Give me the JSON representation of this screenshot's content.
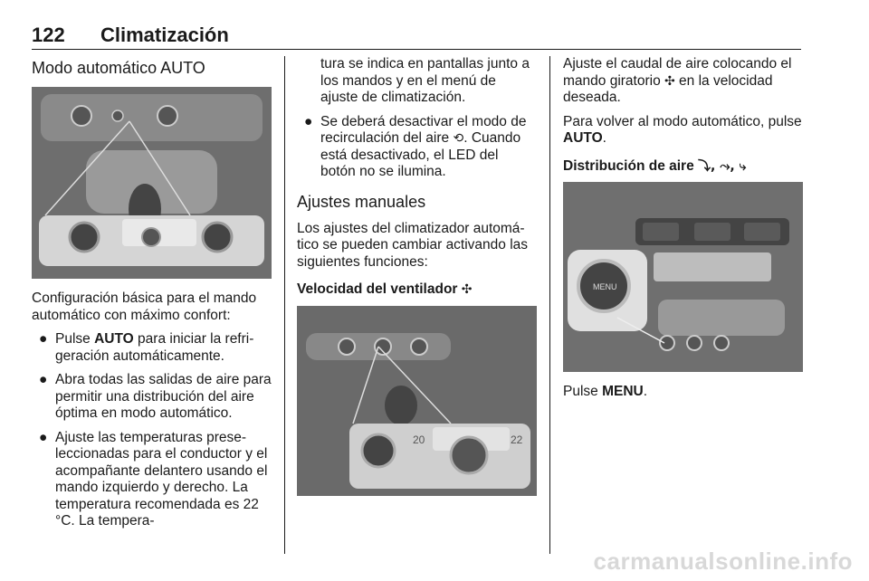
{
  "header": {
    "page_number": "122",
    "chapter": "Climatización"
  },
  "col1": {
    "section_title": "Modo automático AUTO",
    "image_alt": "climate control panel",
    "intro": "Configuración básica para el mando automático con máximo confort:",
    "bullets": [
      {
        "pre": "Pulse ",
        "bold": "AUTO",
        "post": " para iniciar la refri­geración automáticamente."
      },
      {
        "pre": "Abra todas las salidas de aire para permitir una distribución del aire óptima en modo automático.",
        "bold": "",
        "post": ""
      },
      {
        "pre": "Ajuste las temperaturas prese­leccionadas para el conductor y el acompañante delantero usando el mando izquierdo y derecho. La temperatura reco­mendada es 22 °C. La tempera-",
        "bold": "",
        "post": ""
      }
    ]
  },
  "col2": {
    "continuation": "tura se indica en pantallas junto a los mandos y en el menú de ajuste de climatización.",
    "bullet_recirc_a": "Se deberá desactivar el modo de recirculación del aire ",
    "bullet_recirc_b": ". Cuando está desactivado, el LED del botón no se ilumina.",
    "section_title": "Ajustes manuales",
    "manual_text": "Los ajustes del climatizador automá­tico se pueden cambiar activando las siguientes funciones:",
    "fan_title": "Velocidad del ventilador ",
    "photo_temp_left": "20",
    "photo_temp_right": "22"
  },
  "col3": {
    "fan_text_a": "Ajuste el caudal de aire colocando el mando giratorio ",
    "fan_text_b": " en la velocidad deseada.",
    "auto_text_pre": "Para volver al modo automático, pulse ",
    "auto_text_bold": "AUTO",
    "auto_text_post": ".",
    "dist_title": "Distribución de aire ",
    "photo_menu_label": "MENU",
    "menu_text_pre": "Pulse ",
    "menu_text_bold": "MENU",
    "menu_text_post": "."
  },
  "icons": {
    "fan": "fan-icon",
    "recirc": "recirculation-icon",
    "dist": "air-distribution-icons"
  },
  "watermark": "carmanualsonline.info"
}
